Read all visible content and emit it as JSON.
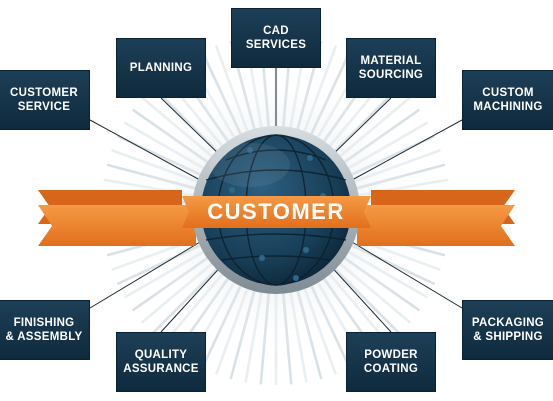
{
  "center": {
    "label": "CUSTOMER"
  },
  "services": {
    "cad": [
      "CAD",
      "SERVICES"
    ],
    "planning": [
      "PLANNING"
    ],
    "material": [
      "MATERIAL",
      "SOURCING"
    ],
    "customer_service": [
      "CUSTOMER",
      "SERVICE"
    ],
    "custom_machining": [
      "CUSTOM",
      "MACHINING"
    ],
    "finishing": [
      "FINISHING",
      "& ASSEMBLY"
    ],
    "packaging": [
      "PACKAGING",
      "& SHIPPING"
    ],
    "quality": [
      "QUALITY",
      "ASSURANCE"
    ],
    "powder": [
      "POWDER",
      "COATING"
    ]
  },
  "colors": {
    "box": "#163a52",
    "ribbon": "#f07f2a",
    "globe": "#1b4560",
    "ring": "#a9b2b8"
  }
}
